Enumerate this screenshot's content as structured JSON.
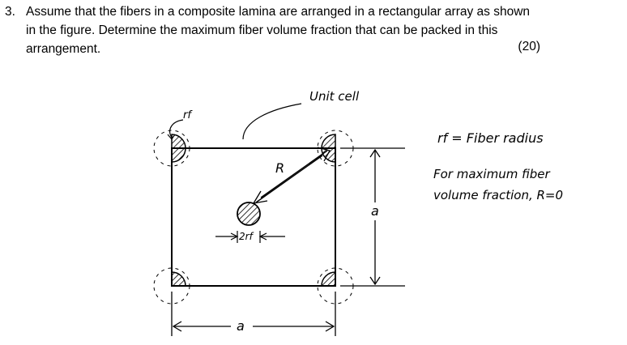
{
  "question": {
    "number": "3.",
    "line1": "Assume that the fibers in a composite lamina are arranged in a rectangular array as shown",
    "line2": "in the figure. Determine the maximum fiber volume fraction that can be packed in this",
    "line3": "arrangement.",
    "marks": "(20)"
  },
  "figure": {
    "unit_cell_label": "Unit cell",
    "rf_label": "rf",
    "r_label": "R",
    "two_rf_label": "2rf",
    "a_bottom_label": "a",
    "a_right_label": "a",
    "note_line1": "rf = Fiber radius",
    "note_line2": "For maximum fiber",
    "note_line3": "volume fraction, R=0"
  }
}
